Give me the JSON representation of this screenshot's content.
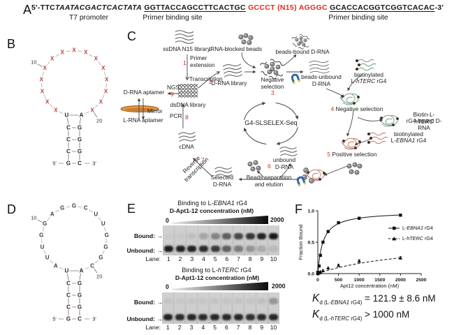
{
  "panel_labels": {
    "A": "A",
    "B": "B",
    "C": "C",
    "D": "D",
    "E": "E",
    "F": "F"
  },
  "panelA": {
    "seq": [
      {
        "t": "5'-TTC",
        "style": "plain"
      },
      {
        "t": "TAATACGACTCACTATA",
        "style": "italic"
      },
      {
        "t": " ",
        "style": "plain"
      },
      {
        "t": "GGTTACCAGCCTTCACTGC",
        "style": "underline"
      },
      {
        "t": " ",
        "style": "plain"
      },
      {
        "t": "GCCCT (N15) AGGGC",
        "style": "red"
      },
      {
        "t": " ",
        "style": "plain"
      },
      {
        "t": "GCACCACGGTCGGTCACAC",
        "style": "underline"
      },
      {
        "t": "-3'",
        "style": "plain"
      }
    ],
    "labels": {
      "t7": "T7 promoter",
      "pbs1": "Primer binding site",
      "pbs2": "Primer binding site"
    }
  },
  "structures": {
    "B": {
      "loop": [
        "X",
        "X",
        "X",
        "X",
        "X",
        "X",
        "X",
        "X",
        "X",
        "X",
        "X",
        "X",
        "X",
        "X",
        "X"
      ],
      "loop_color": "#b5423b",
      "stem": [
        [
          "U",
          "A"
        ],
        [
          "C",
          "G"
        ],
        [
          "C",
          "G"
        ],
        [
          "C",
          "G"
        ],
        [
          "G",
          "C"
        ]
      ],
      "five_prime": "5'",
      "three_prime": "3'",
      "numbers": [
        {
          "t": "10",
          "idx": 5
        },
        {
          "t": "20",
          "idx": 15
        }
      ]
    },
    "D": {
      "loop": [
        "A",
        "U",
        "U",
        "G",
        "G",
        "A",
        "G",
        "G",
        "C",
        "U",
        "U",
        "G",
        "G",
        "G",
        "C"
      ],
      "loop_color": "#3a3a3a",
      "stem": [
        [
          "U",
          "A"
        ],
        [
          "C",
          "G"
        ],
        [
          "C",
          "G"
        ],
        [
          "C",
          "G"
        ],
        [
          "G",
          "C"
        ]
      ],
      "five_prime": "5'",
      "three_prime": "3'",
      "numbers": [
        {
          "t": "10",
          "idx": 5
        },
        {
          "t": "20",
          "idx": 15
        }
      ]
    }
  },
  "workflow": {
    "center": "G4-SLSELEX-Seq",
    "steps": {
      "s1": "1",
      "s2": "2",
      "s3": "3",
      "s6": "6",
      "s7": "7",
      "s8": "8",
      "s9": "9"
    },
    "labels": {
      "ssdna": "ssDNA N15 library",
      "primer_ext": "Primer\nextension",
      "ngs": "NGS",
      "dsdna": "dsDNA library",
      "transcription": "Transcription",
      "drna_lib": "D-RNA library",
      "trna_beads": "tRNA-blocked beads",
      "beads_bound": "beads-bound D-RNA",
      "neg_sel": "Negative\nselection",
      "beads_unbound": "beads-unbound\nD-RNA",
      "biot_hterc_1": "biotinylated",
      "biot_hterc_2": [
        {
          "t": "L-"
        },
        {
          "t": "hTERC",
          "i": true
        },
        {
          "t": " rG4"
        }
      ],
      "neg_sel4": [
        {
          "t": "4 ",
          "red": true
        },
        {
          "t": "Negative selection"
        }
      ],
      "hterc_bound_1": [
        {
          "t": "Biotin-L-"
        },
        {
          "t": "hTERC",
          "i": true
        }
      ],
      "hterc_bound_2": "rG4-bound D-RNA",
      "biot_ebna_1": "biotinylated",
      "biot_ebna_2": [
        {
          "t": "L-"
        },
        {
          "t": "EBNA1",
          "i": true
        },
        {
          "t": " rG4"
        }
      ],
      "pos_sel5": [
        {
          "t": "5 ",
          "red": true
        },
        {
          "t": "Positive selection"
        }
      ],
      "unbound": "unbound\nD-RNA",
      "beads_sep": "Beads separation\nand elution",
      "selected": "Selected\nD-RNA",
      "rev_tr": "Reverse\ntranscription",
      "cdna": "cDNA",
      "pcr": "PCR",
      "d_aptamer": "D-RNA aptamer",
      "mirror": "Mirror",
      "l_aptamer": "L-RNA aptamer"
    }
  },
  "gels": [
    {
      "title": [
        {
          "t": "Binding to L-"
        },
        {
          "t": "EBNA1",
          "i": true
        },
        {
          "t": " rG4"
        }
      ],
      "subtitle": "D-Apt1-12 concentration (nM)",
      "conc_start": "0",
      "conc_end": "2000",
      "arrow": "→",
      "bound_label": "Bound:",
      "unbound_label": "Unbound:",
      "lane_label": "Lane:",
      "lanes": [
        "1",
        "2",
        "3",
        "4",
        "5",
        "6",
        "7",
        "8",
        "9",
        "10"
      ],
      "bound_intensity": [
        0.02,
        0.03,
        0.08,
        0.22,
        0.4,
        0.6,
        0.72,
        0.82,
        0.92,
        0.97
      ],
      "unbound_intensity": [
        0.95,
        0.93,
        0.92,
        0.88,
        0.8,
        0.6,
        0.45,
        0.3,
        0.18,
        0.1
      ],
      "bound_y": 11,
      "unbound_y": 29
    },
    {
      "title": [
        {
          "t": "Binding to L-"
        },
        {
          "t": "hTERC",
          "i": true
        },
        {
          "t": " rG4"
        }
      ],
      "subtitle": "D-Apt1-12 concentration (nM)",
      "conc_start": "0",
      "conc_end": "2000",
      "arrow": "→",
      "bound_label": "Bound:",
      "unbound_label": "Unbound:",
      "lane_label": "Lane:",
      "lanes": [
        "1",
        "2",
        "3",
        "4",
        "5",
        "6",
        "7",
        "8",
        "9",
        "10"
      ],
      "bound_intensity": [
        0.05,
        0.04,
        0.05,
        0.05,
        0.06,
        0.05,
        0.06,
        0.05,
        0.08,
        0.3
      ],
      "unbound_intensity": [
        0.92,
        0.88,
        0.9,
        0.88,
        0.9,
        0.88,
        0.9,
        0.85,
        0.88,
        0.9
      ],
      "bound_y": 8,
      "unbound_y": 31
    }
  ],
  "chart_data": {
    "type": "scatter",
    "title": "",
    "xlabel": "Apt12 concentration (nM)",
    "ylabel": "Fraction Bound",
    "xlim": [
      0,
      2500
    ],
    "ylim": [
      0,
      1.0
    ],
    "xticks": [
      0,
      500,
      1000,
      1500,
      2000,
      2500
    ],
    "yticks": [
      0.0,
      0.5,
      1.0
    ],
    "grid": false,
    "legend_position": "right",
    "series": [
      {
        "name_segs": [
          {
            "t": "L-"
          },
          {
            "t": "EBNA1",
            "i": true
          },
          {
            "t": " rG4"
          }
        ],
        "marker": "square",
        "line": "solid",
        "x": [
          0,
          31,
          63,
          125,
          250,
          500,
          1000,
          2000
        ],
        "y": [
          0.02,
          0.12,
          0.29,
          0.5,
          0.67,
          0.81,
          0.88,
          0.93
        ],
        "yerr": [
          0,
          0,
          0,
          0,
          0,
          0,
          0.02,
          0.015
        ],
        "fit": {
          "bmax": 0.99,
          "kd": 122
        }
      },
      {
        "name_segs": [
          {
            "t": "L-"
          },
          {
            "t": "hTERC",
            "i": true
          },
          {
            "t": " rG4"
          }
        ],
        "marker": "triangle",
        "line": "dashed",
        "x": [
          0,
          31,
          63,
          125,
          250,
          500,
          1000,
          2000
        ],
        "y": [
          0.0,
          0.01,
          0.03,
          0.05,
          0.09,
          0.13,
          0.2,
          0.25
        ],
        "yerr": [
          0,
          0,
          0,
          0,
          0,
          0.02,
          0.02,
          0.02
        ],
        "fit": {
          "bmax": 0.55,
          "kd": 2400
        }
      }
    ]
  },
  "kd": [
    {
      "k": "K",
      "sub": [
        {
          "t": "d (L-"
        },
        {
          "t": "EBNA1",
          "i": true
        },
        {
          "t": " rG4)"
        }
      ],
      "rel": "=",
      "val": "121.9 ± 8.6 nM"
    },
    {
      "k": "K",
      "sub": [
        {
          "t": "d (L-"
        },
        {
          "t": "hTERC",
          "i": true
        },
        {
          "t": " rG4)"
        }
      ],
      "rel": ">",
      "val": "1000 nM"
    }
  ]
}
